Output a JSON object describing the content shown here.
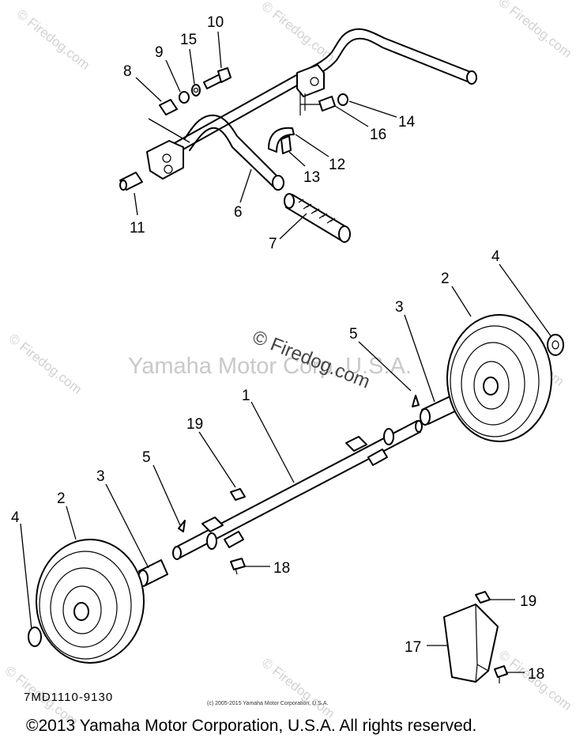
{
  "watermarks": {
    "center_line": "Yamaha Motor Corp, U.S.A.",
    "center_logo": "© Firedog.com",
    "corner": "© Firedog.com"
  },
  "callouts": {
    "p1": "1",
    "p2a": "2",
    "p2b": "2",
    "p3a": "3",
    "p3b": "3",
    "p4a": "4",
    "p4b": "4",
    "p5a": "5",
    "p5b": "5",
    "p6": "6",
    "p7": "7",
    "p8": "8",
    "p9": "9",
    "p10": "10",
    "p11": "11",
    "p12": "12",
    "p13": "13",
    "p14": "14",
    "p15": "15",
    "p16": "16",
    "p17": "17",
    "p18a": "18",
    "p18b": "18",
    "p19a": "19",
    "p19b": "19"
  },
  "diagram_code": "7MD1110-9130",
  "small_copyright": "(c) 2005-2015 Yamaha Motor Corporation, U.S.A.",
  "footer_copyright": "©2013 Yamaha Motor Corporation, U.S.A. All rights reserved."
}
